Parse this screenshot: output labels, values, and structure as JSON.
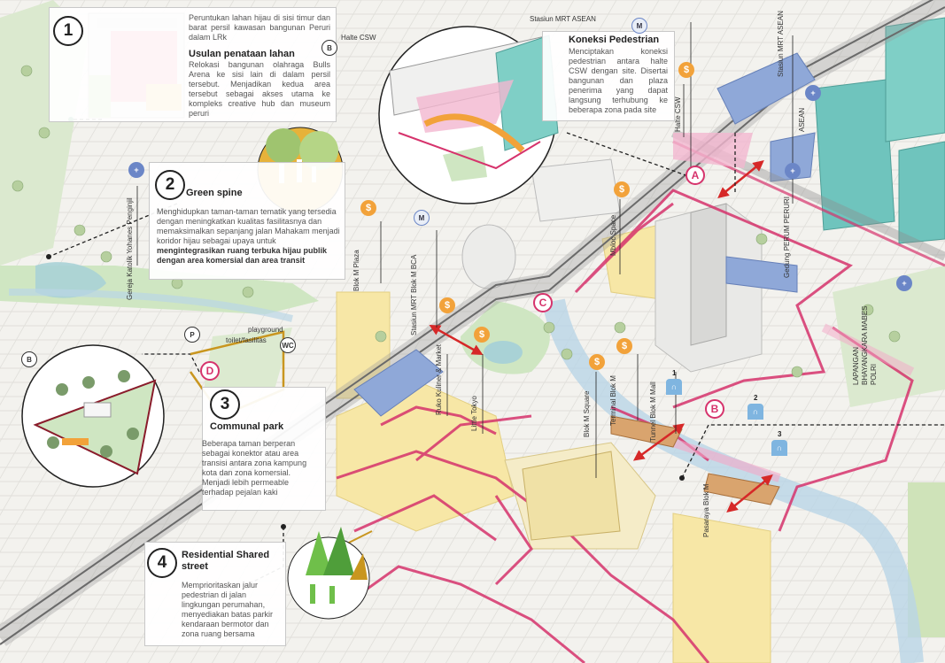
{
  "panels": {
    "p1": {
      "number": "1",
      "intro": "Peruntukan lahan hijau di sisi timur dan barat persil kawasan bangunan Peruri dalam LRk",
      "title": "Usulan penataan lahan",
      "text": "Relokasi bangunan olahraga Bulls Arena ke sisi lain di dalam persil tersebut. Menjadikan kedua area tersebut sebagai akses utama ke kompleks creative hub dan museum peruri"
    },
    "koneksi": {
      "title": "Koneksi Pedestrian",
      "text": "Menciptakan koneksi pedestrian antara halte CSW dengan site. Disertai bangunan dan plaza penerima yang dapat langsung terhubung ke beberapa zona pada site"
    },
    "p2": {
      "number": "2",
      "title": "Green spine",
      "text": "Menghidupkan taman-taman tematik yang tersedia dengan meningkatkan kualitas fasilitasnya dan memaksimalkan sepanjang jalan Mahakam menjadi koridor hijau sebagai upaya untuk ",
      "bold": "mengintegrasikan ruang terbuka hijau publik dengan area komersial dan area transit"
    },
    "p3": {
      "number": "3",
      "title": "Communal park",
      "text": "Beberapa taman berperan sebagai konektor atau area transisi antara zona kampung kota dan zona komersial. Menjadi lebih permeable terhadap pejalan kaki"
    },
    "p4": {
      "number": "4",
      "title": "Residential Shared street",
      "text": "Memprioritaskan jalur pedestrian di jalan lingkungan perumahan, menyediakan batas parkir kendaraan bermotor dan zona ruang bersama"
    }
  },
  "labels": {
    "stasiun_mrt_asean": "Stasiun MRT ASEAN",
    "halte_csw_top": "Halte CSW",
    "stasiun_mrt_asean_v": "Stasiun MRT ASEAN",
    "halte_csw_v": "Halte CSW",
    "asean_v": "ASEAN",
    "gedung_perum_peruri": "Gedung PERUM PERURI",
    "mbloc_space": "Mbloc Space",
    "blok_m_plaza": "Blok M Plaza",
    "stasiun_mrt_blok_m_bca": "Stasiun MRT Blok M BCA",
    "gereja": "Gereja Katolik Yohanes Penginjil",
    "ruko": "Ruko Kuliner & Market",
    "little_tokyo": "Little Tokyo",
    "blok_m_square": "Blok M Square",
    "terminal_blok_m": "Terminal Blok M",
    "tunnel_blok_m_mall": "Tunnel Blok M Mall",
    "pasaraya": "Pasaraya Blok M",
    "lapangan": "LAPANGAN BHAYANGKARA MABES POLRI",
    "playground": "playground",
    "toilet": "toilet/fasilitas"
  },
  "markers": [
    "A",
    "B",
    "C",
    "D"
  ],
  "tunnel_numbers": [
    "1",
    "2",
    "3"
  ],
  "icons": {
    "dollar": "dollar-icon",
    "bus": "bus-icon",
    "train": "train-icon",
    "tunnel": "tunnel-icon",
    "church": "church-icon",
    "toilet": "toilet-icon",
    "playground": "playground-icon"
  },
  "colors": {
    "route_pink": "#d6336c",
    "route_dashed": "#222222",
    "connector_red": "#d62828",
    "commercial_yellow": "#f7e7a6",
    "transit_blue": "#8fa8d8",
    "green_space": "#cfe6c2",
    "orange_park": "#c9961f",
    "teal_building": "#6fc4bd",
    "water": "#a9d2d6"
  }
}
